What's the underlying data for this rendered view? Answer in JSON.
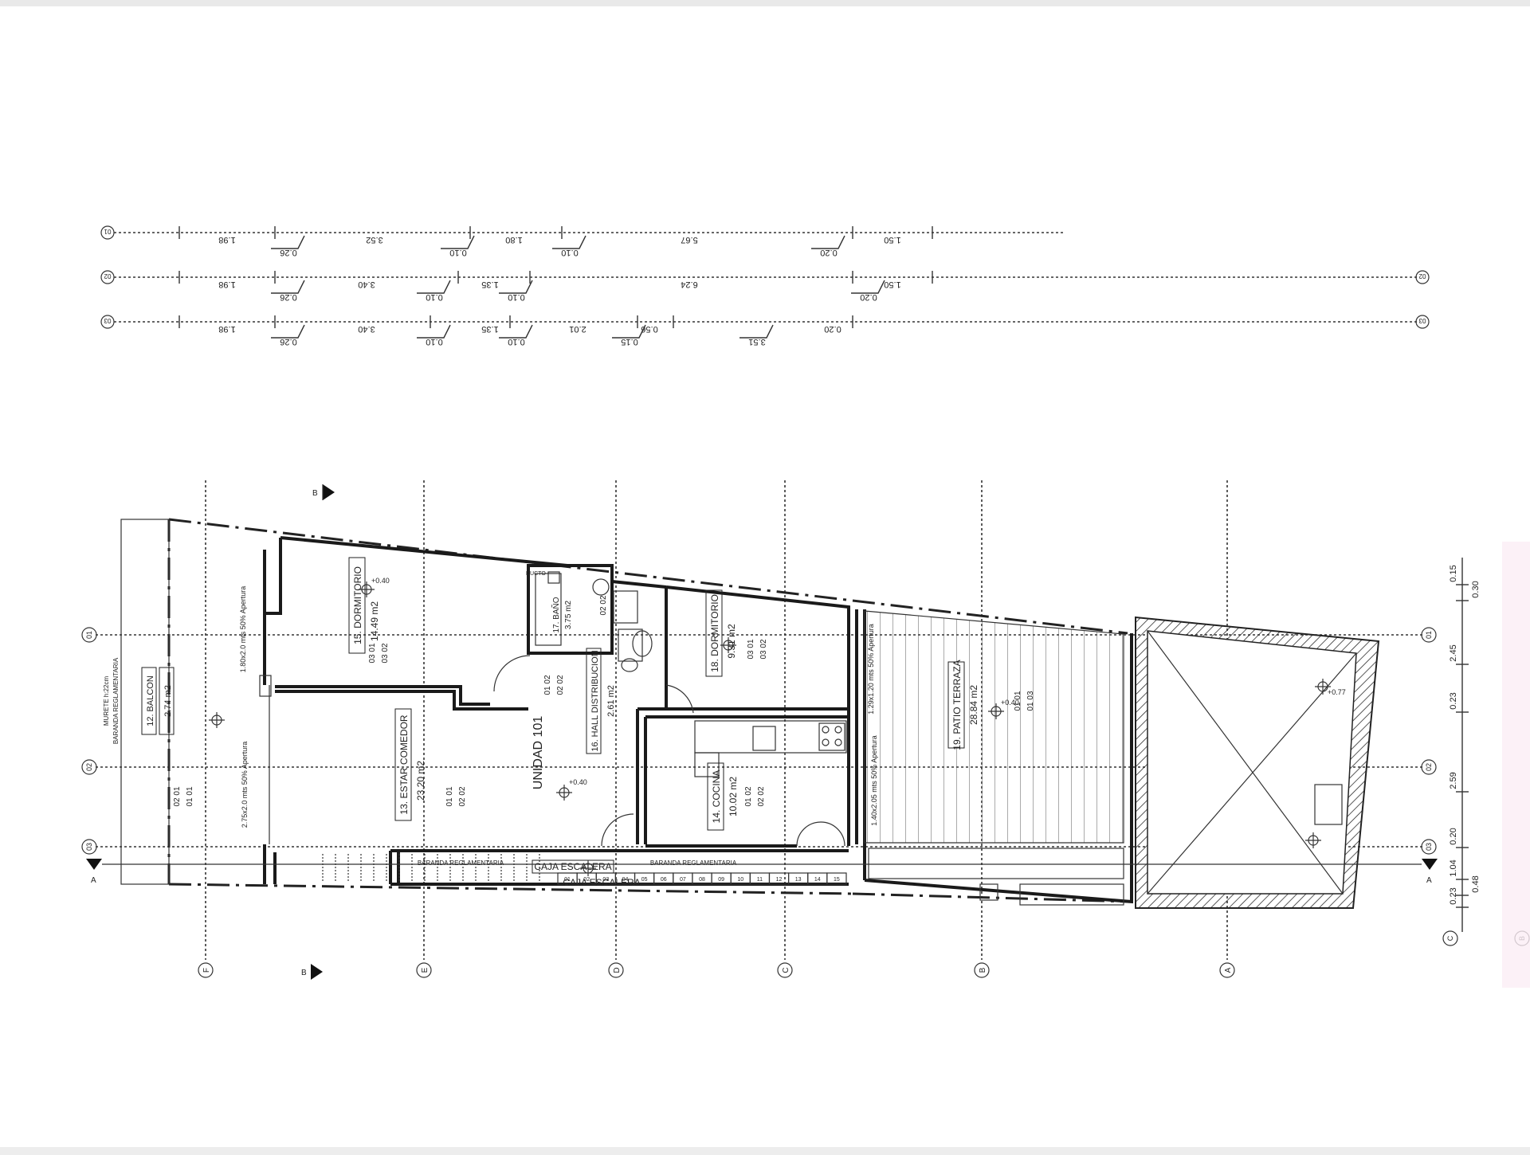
{
  "dimension_rows": [
    {
      "axis": "01",
      "right_marker": "",
      "segments": [
        "1.98",
        "0.26",
        "3.52",
        "0.10",
        "1.80",
        "0.10",
        "5.67",
        "0.20",
        "1.50"
      ]
    },
    {
      "axis": "02",
      "right_marker": "02",
      "segments": [
        "1.98",
        "0.26",
        "3.40",
        "0.10",
        "1.35",
        "0.10",
        "6.24",
        "0.20",
        "1.50"
      ]
    },
    {
      "axis": "03",
      "right_marker": "03",
      "segments": [
        "1.98",
        "0.26",
        "3.40",
        "0.10",
        "1.35",
        "0.10",
        "2.01",
        "0.15",
        "0.56",
        "3.51",
        "0.20"
      ]
    }
  ],
  "column_axes": [
    "F",
    "E",
    "D",
    "C",
    "B",
    "A"
  ],
  "row_axes": [
    "01",
    "02",
    "03"
  ],
  "section_marks": {
    "vertical": "B",
    "horizontal": "A"
  },
  "rooms": [
    {
      "key": "balcon",
      "name": "12. BALCON",
      "area": "2.74 m2",
      "codes": [
        "02 01",
        "01 01"
      ]
    },
    {
      "key": "estar",
      "name": "13. ESTAR COMEDOR",
      "area": "23.20 m2",
      "codes": [
        "01 01",
        "02 02"
      ]
    },
    {
      "key": "dorm1",
      "name": "15. DORMITORIO",
      "area": "14.49 m2",
      "codes": [
        "03 01",
        "03 02"
      ]
    },
    {
      "key": "bano",
      "name": "17. BAÑO",
      "area": "3.75 m2",
      "codes": [
        "02 02"
      ]
    },
    {
      "key": "hall",
      "name": "16. HALL DISTRIBUCION",
      "area": "2.61 m2",
      "codes": [
        "01 02",
        "02 02"
      ]
    },
    {
      "key": "dorm2",
      "name": "18. DORMITORIO",
      "area": "9.31 m2",
      "codes": [
        "03 01",
        "03 02"
      ]
    },
    {
      "key": "cocina",
      "name": "14. COCINA",
      "area": "10.02 m2",
      "codes": [
        "01 02",
        "02 02"
      ]
    },
    {
      "key": "patio",
      "name": "19. PATIO TERRAZA",
      "area": "28.84 m2",
      "codes": [
        "01 01",
        "01 03"
      ]
    }
  ],
  "labels": {
    "unit": "UNIDAD 101",
    "stair": "CAJA ESCALERA",
    "baranda": "BARANDA REGLAMENTARIA",
    "murete": "MURETE h:22cm",
    "ducto": "DUCTO",
    "openings": [
      "1.80x2.0 mts 50% Apertura",
      "2.75x2.0 mts 50% Apertura",
      "1.29x1.20 mts 50% Apertura",
      "1.40x2.05 mts 50% Apertura"
    ],
    "levels": [
      "+0.40",
      "+0.40",
      "+0.40",
      "+0.77"
    ],
    "steps": [
      "01",
      "02",
      "03",
      "04",
      "05",
      "06",
      "07",
      "08",
      "09",
      "10",
      "11",
      "12",
      "13",
      "14",
      "15"
    ]
  },
  "right_dimensions": [
    "0.15",
    "0.30",
    "2.45",
    "0.23",
    "2.59",
    "0.20",
    "1.04",
    "0.48",
    "0.23"
  ],
  "right_axes": [
    "C",
    "B"
  ]
}
